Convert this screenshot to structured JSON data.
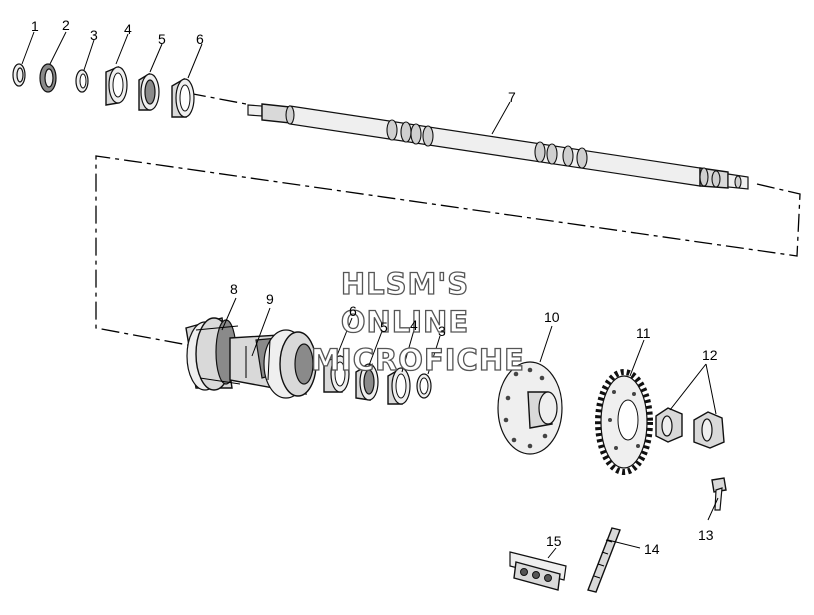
{
  "diagram": {
    "labels": [
      "1",
      "2",
      "3",
      "4",
      "5",
      "6",
      "7",
      "8",
      "9",
      "6",
      "5",
      "4",
      "3",
      "10",
      "11",
      "12",
      "13",
      "14",
      "15"
    ],
    "watermark": [
      "HLSM'S",
      "ONLINE",
      "MICROFICHE"
    ]
  }
}
